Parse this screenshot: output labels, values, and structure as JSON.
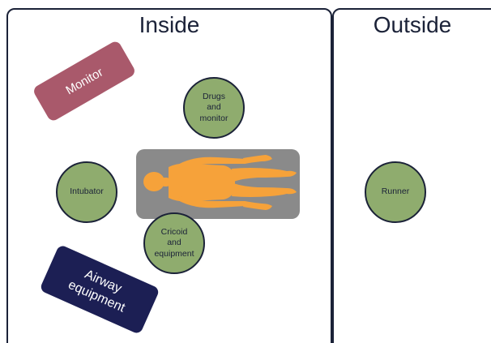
{
  "zones": {
    "inside": {
      "title": "Inside"
    },
    "outside": {
      "title": "Outside"
    }
  },
  "roles": {
    "drugs": "Drugs\nand\nmonitor",
    "intubator": "Intubator",
    "cricoid": "Cricoid\nand\nequipment",
    "runner": "Runner"
  },
  "equipment": {
    "monitor": "Monitor",
    "airway": "Airway\nequipment"
  },
  "colors": {
    "zone_border": "#1b2238",
    "role_fill": "#8fac6e",
    "bed": "#8a8a8a",
    "patient": "#f6a23a",
    "monitor": "#a9596b",
    "airway": "#1c1f54"
  }
}
